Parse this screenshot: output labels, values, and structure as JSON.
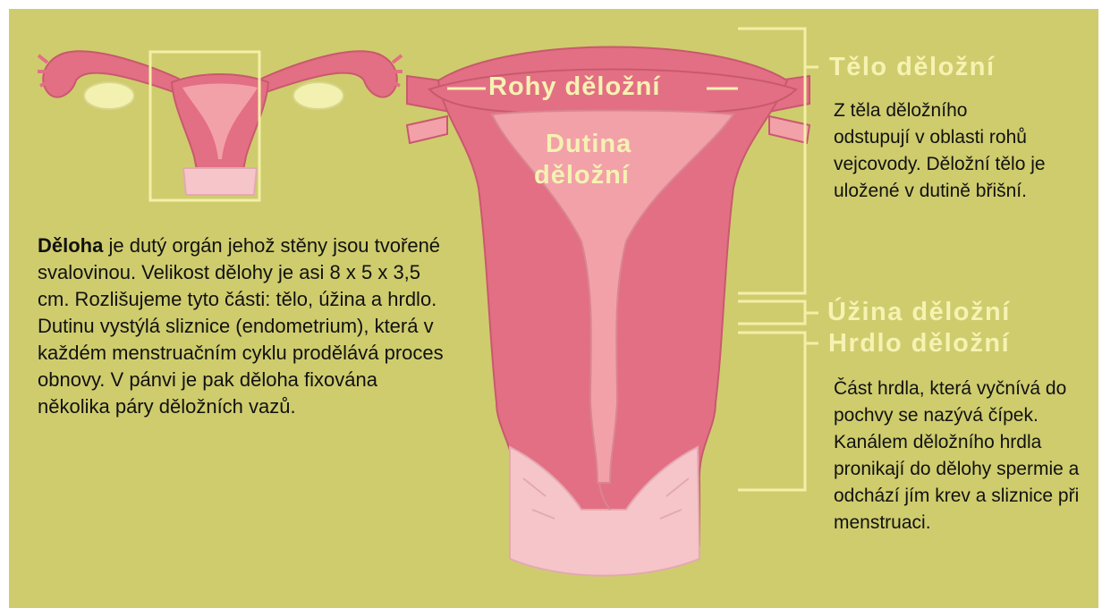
{
  "description": {
    "bold": "Děloha",
    "text": " je dutý orgán jehož stěny jsou tvořené svalovinou. Velikost dělohy je asi 8 x 5 x 3,5 cm. Rozlišujeme tyto části: tělo, úžina a hrdlo. Dutinu vystýlá sliznice (endometrium), která v každém menstruačním cyklu prodělává proces obnovy. V pánvi je pak děloha fixována několika páry děložních vazů."
  },
  "labels": {
    "horns": "Rohy děložní",
    "cavity_line1": "Dutina",
    "cavity_line2": "děložní",
    "body": "Tělo děložní",
    "isthmus": "Úžina děložní",
    "cervix": "Hrdlo děložní"
  },
  "notes": {
    "body": "Z těla děložního odstupují v oblasti rohů vejcovody. Děložní tělo je uložené v dutině břišní.",
    "cervix": "Část hrdla, která vyčnívá do pochvy se nazývá čípek. Kanálem děložního hrdla pronikají do dělohy spermie a odchází jím krev a sliznice při menstruaci."
  },
  "colors": {
    "background": "#cfcc6e",
    "muscle": "#e36f84",
    "mucosa": "#f2a1a9",
    "ovary": "#f3f1b0",
    "label": "#f6f2b2"
  }
}
